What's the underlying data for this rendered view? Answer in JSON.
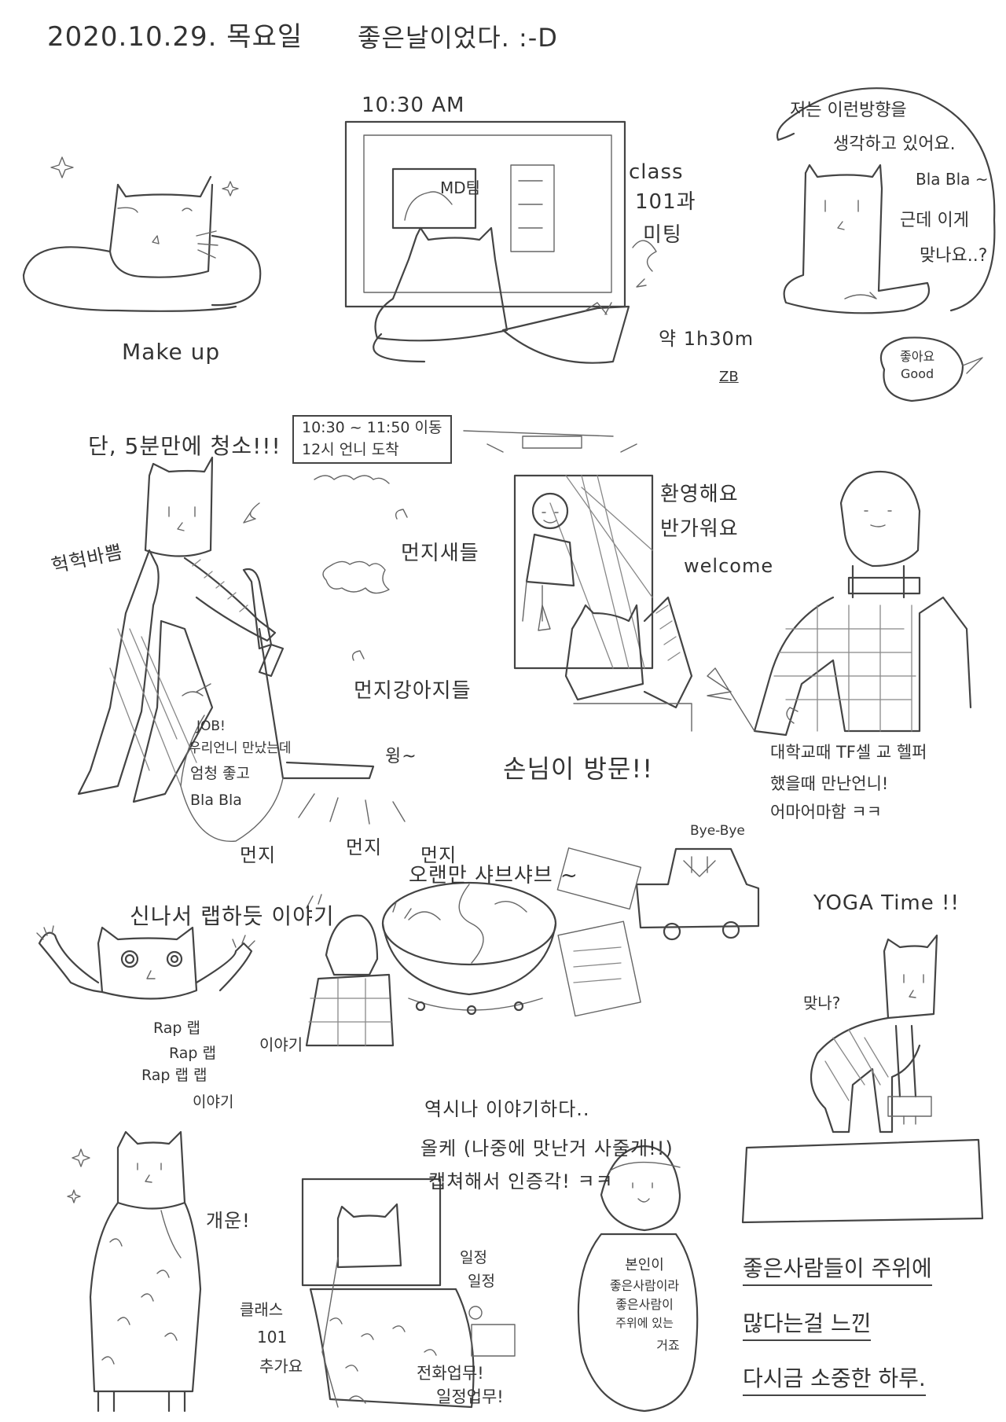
{
  "header": {
    "date": "2020.10.29. 목요일",
    "mood": "좋은날이었다. :-D"
  },
  "scenes": {
    "makeup": {
      "label": "Make up"
    },
    "meeting": {
      "time": "10:30 AM",
      "screen_label": "MD팀",
      "note_lines": [
        "class",
        "101과",
        "미팅"
      ],
      "duration": "약 1h30m",
      "sub": "ZB"
    },
    "chat": {
      "bubble_lines": [
        "저는 이런방향을",
        "생각하고 있어요.",
        "Bla Bla ~",
        "근데 이게",
        "맞나요..?"
      ],
      "reply_lines": [
        "좋아요",
        "Good"
      ]
    },
    "cleaning": {
      "time_box_lines": [
        "10:30 ~ 11:50 이동",
        "12시 언니 도착"
      ],
      "title": "단, 5분만에 청소!!!",
      "huff": "헉헉바쁨",
      "dust_birds": "먼지새들",
      "dust_puppies": "먼지강아지들",
      "bubble_lines": [
        "JOB!",
        "우리언니 만났는데",
        "엄청 좋고",
        "Bla Bla"
      ],
      "wing": "윙~",
      "dust_words": [
        "먼지",
        "먼지",
        "먼지"
      ]
    },
    "visit": {
      "greet_lines": [
        "환영해요",
        "반가워요",
        "welcome"
      ],
      "caption": "손님이 방문!!",
      "note_lines": [
        "대학교때 TF셀 교 헬퍼",
        "했을때 만난언니!",
        "어마어마함 ㅋㅋ"
      ]
    },
    "rap": {
      "title": "신나서 랩하듯 이야기",
      "lines": [
        "Rap 랩",
        "Rap 랩",
        "Rap 랩 랩",
        "이야기",
        "이야기"
      ]
    },
    "lunch": {
      "car_label": "Bye-Bye",
      "title": "오랜만 샤브샤브 ~",
      "lines": [
        "역시나 이야기하다..",
        "올케 (나중에 맛난거 사줄게!!)",
        "캡쳐해서 인증각! ㅋㅋ"
      ]
    },
    "yoga": {
      "title": "YOGA Time !!",
      "question": "맞나?"
    },
    "bath": {
      "label": "개운!"
    },
    "class101": {
      "left_lines": [
        "클래스",
        "101",
        "추가요"
      ],
      "right_top": [
        "일정",
        "일정"
      ],
      "right_bottom": [
        "전화업무!",
        "일정업무!"
      ]
    },
    "self": {
      "lines": [
        "본인이",
        "좋은사람이라",
        "좋은사람이",
        "주위에 있는",
        "거죠"
      ]
    },
    "closing": {
      "lines": [
        "좋은사람들이 주위에",
        "많다는걸 느낀",
        "다시금 소중한 하루."
      ]
    }
  }
}
